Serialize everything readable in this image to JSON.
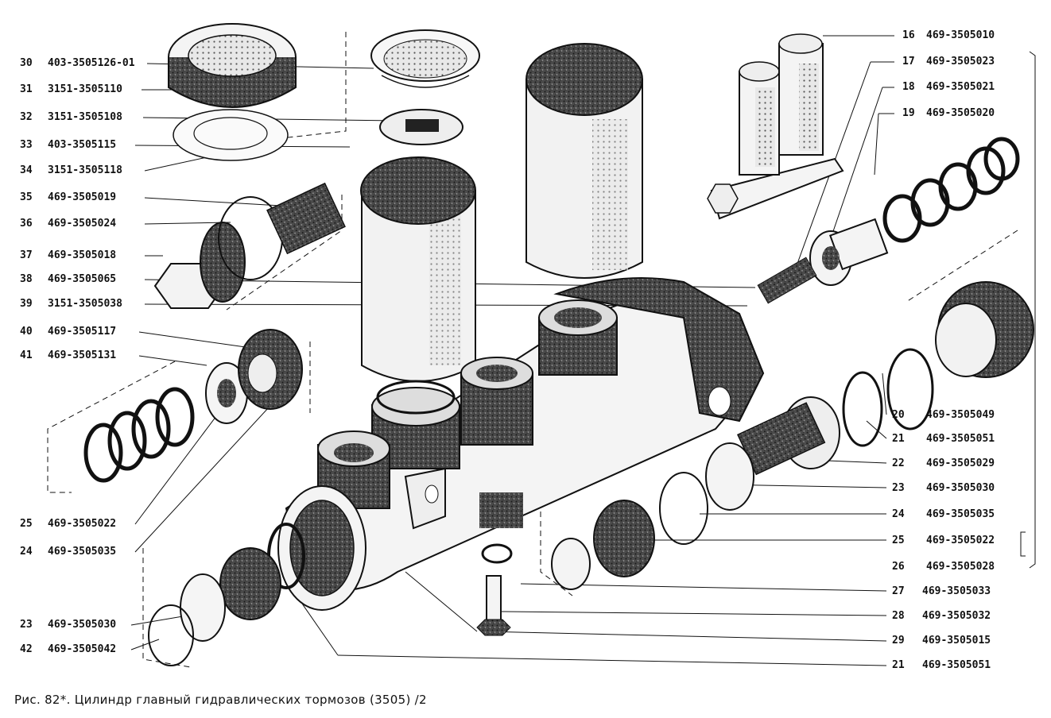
{
  "figure": {
    "caption": "Рис. 82*. Цилиндр главный гидравлических тормозов (3505) /2",
    "colors": {
      "ink": "#111111",
      "paper": "#ffffff",
      "texture": "#3a3a3a"
    }
  },
  "callouts_left": [
    {
      "num": "30",
      "part": "403-3505126-01"
    },
    {
      "num": "31",
      "part": "3151-3505110"
    },
    {
      "num": "32",
      "part": "3151-3505108"
    },
    {
      "num": "33",
      "part": "403-3505115"
    },
    {
      "num": "34",
      "part": "3151-3505118"
    },
    {
      "num": "35",
      "part": "469-3505019"
    },
    {
      "num": "36",
      "part": "469-3505024"
    },
    {
      "num": "37",
      "part": "469-3505018"
    },
    {
      "num": "38",
      "part": "469-3505065"
    },
    {
      "num": "39",
      "part": "3151-3505038"
    },
    {
      "num": "40",
      "part": "469-3505117"
    },
    {
      "num": "41",
      "part": "469-3505131"
    },
    {
      "num": "25",
      "part": "469-3505022"
    },
    {
      "num": "24",
      "part": "469-3505035"
    },
    {
      "num": "23",
      "part": "469-3505030"
    },
    {
      "num": "42",
      "part": "469-3505042"
    }
  ],
  "callouts_right": [
    {
      "num": "16",
      "part": "469-3505010"
    },
    {
      "num": "17",
      "part": "469-3505023"
    },
    {
      "num": "18",
      "part": "469-3505021"
    },
    {
      "num": "19",
      "part": "469-3505020"
    },
    {
      "num": "20",
      "part": "469-3505049"
    },
    {
      "num": "21",
      "part": "469-3505051"
    },
    {
      "num": "22",
      "part": "469-3505029"
    },
    {
      "num": "23",
      "part": "469-3505030"
    },
    {
      "num": "24",
      "part": "469-3505035"
    },
    {
      "num": "25",
      "part": "469-3505022"
    },
    {
      "num": "26",
      "part": "469-3505028"
    },
    {
      "num": "27",
      "part": "469-3505033"
    },
    {
      "num": "28",
      "part": "469-3505032"
    },
    {
      "num": "29",
      "part": "469-3505015"
    },
    {
      "num": "21",
      "part": "469-3505051"
    }
  ]
}
